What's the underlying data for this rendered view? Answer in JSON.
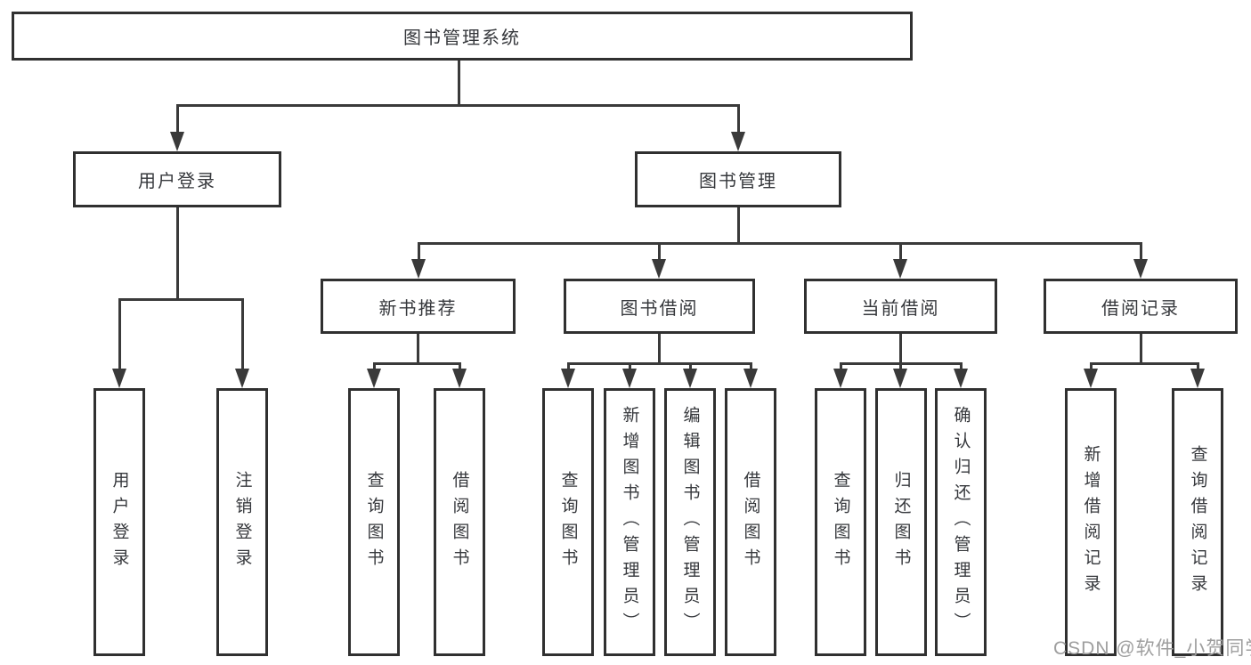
{
  "diagram": {
    "root": {
      "label": "图书管理系统",
      "children": [
        {
          "label": "用户登录",
          "children": [
            {
              "label": "用户登录"
            },
            {
              "label": "注销登录"
            }
          ]
        },
        {
          "label": "图书管理",
          "children": [
            {
              "label": "新书推荐",
              "children": [
                {
                  "label": "查询图书"
                },
                {
                  "label": "借阅图书"
                }
              ]
            },
            {
              "label": "图书借阅",
              "children": [
                {
                  "label": "查询图书"
                },
                {
                  "label": "新增图书（管理员）"
                },
                {
                  "label": "编辑图书（管理员）"
                },
                {
                  "label": "借阅图书"
                }
              ]
            },
            {
              "label": "当前借阅",
              "children": [
                {
                  "label": "查询图书"
                },
                {
                  "label": "归还图书"
                },
                {
                  "label": "确认归还（管理员）"
                }
              ]
            },
            {
              "label": "借阅记录",
              "children": [
                {
                  "label": "新增借阅记录"
                },
                {
                  "label": "查询借阅记录"
                }
              ]
            }
          ]
        }
      ]
    }
  },
  "watermark": {
    "text": "CSDN @软件_小贺同学"
  },
  "colors": {
    "line": "#3a3a3a",
    "border": "#303030",
    "text": "#36383c",
    "watermark": "#9e9e9e",
    "background": "#ffffff"
  }
}
